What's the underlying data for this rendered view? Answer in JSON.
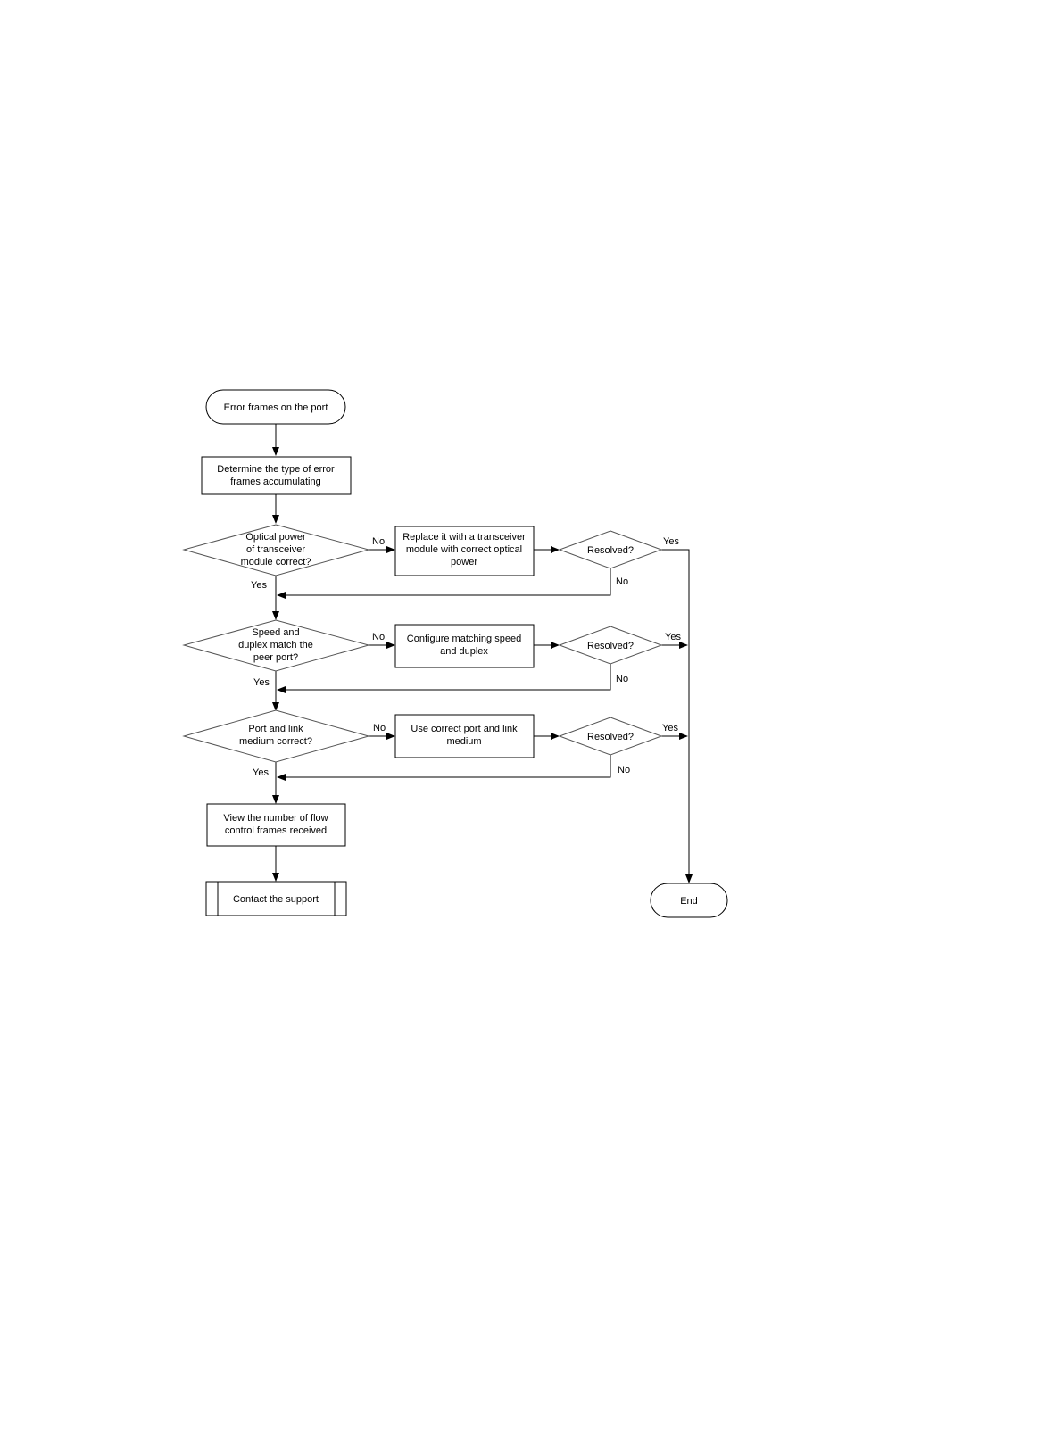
{
  "nodes": {
    "start": "Error frames on the port",
    "determine": [
      "Determine the type of error",
      "frames accumulating"
    ],
    "q_optical": [
      "Optical power",
      "of transceiver",
      "module correct?"
    ],
    "a_optical": [
      "Replace it with a transceiver",
      "module with correct optical",
      "power"
    ],
    "r1": "Resolved?",
    "q_speed": [
      "Speed and",
      "duplex match the",
      "peer port?"
    ],
    "a_speed": [
      "Configure matching speed",
      "and duplex"
    ],
    "r2": "Resolved?",
    "q_port": [
      "Port and link",
      "medium correct?"
    ],
    "a_port": [
      "Use correct port and link",
      "medium"
    ],
    "r3": "Resolved?",
    "view_flow": [
      "View the number of flow",
      "control frames received"
    ],
    "contact": "Contact the support",
    "end": "End"
  },
  "edge_labels": {
    "yes": "Yes",
    "no": "No"
  }
}
